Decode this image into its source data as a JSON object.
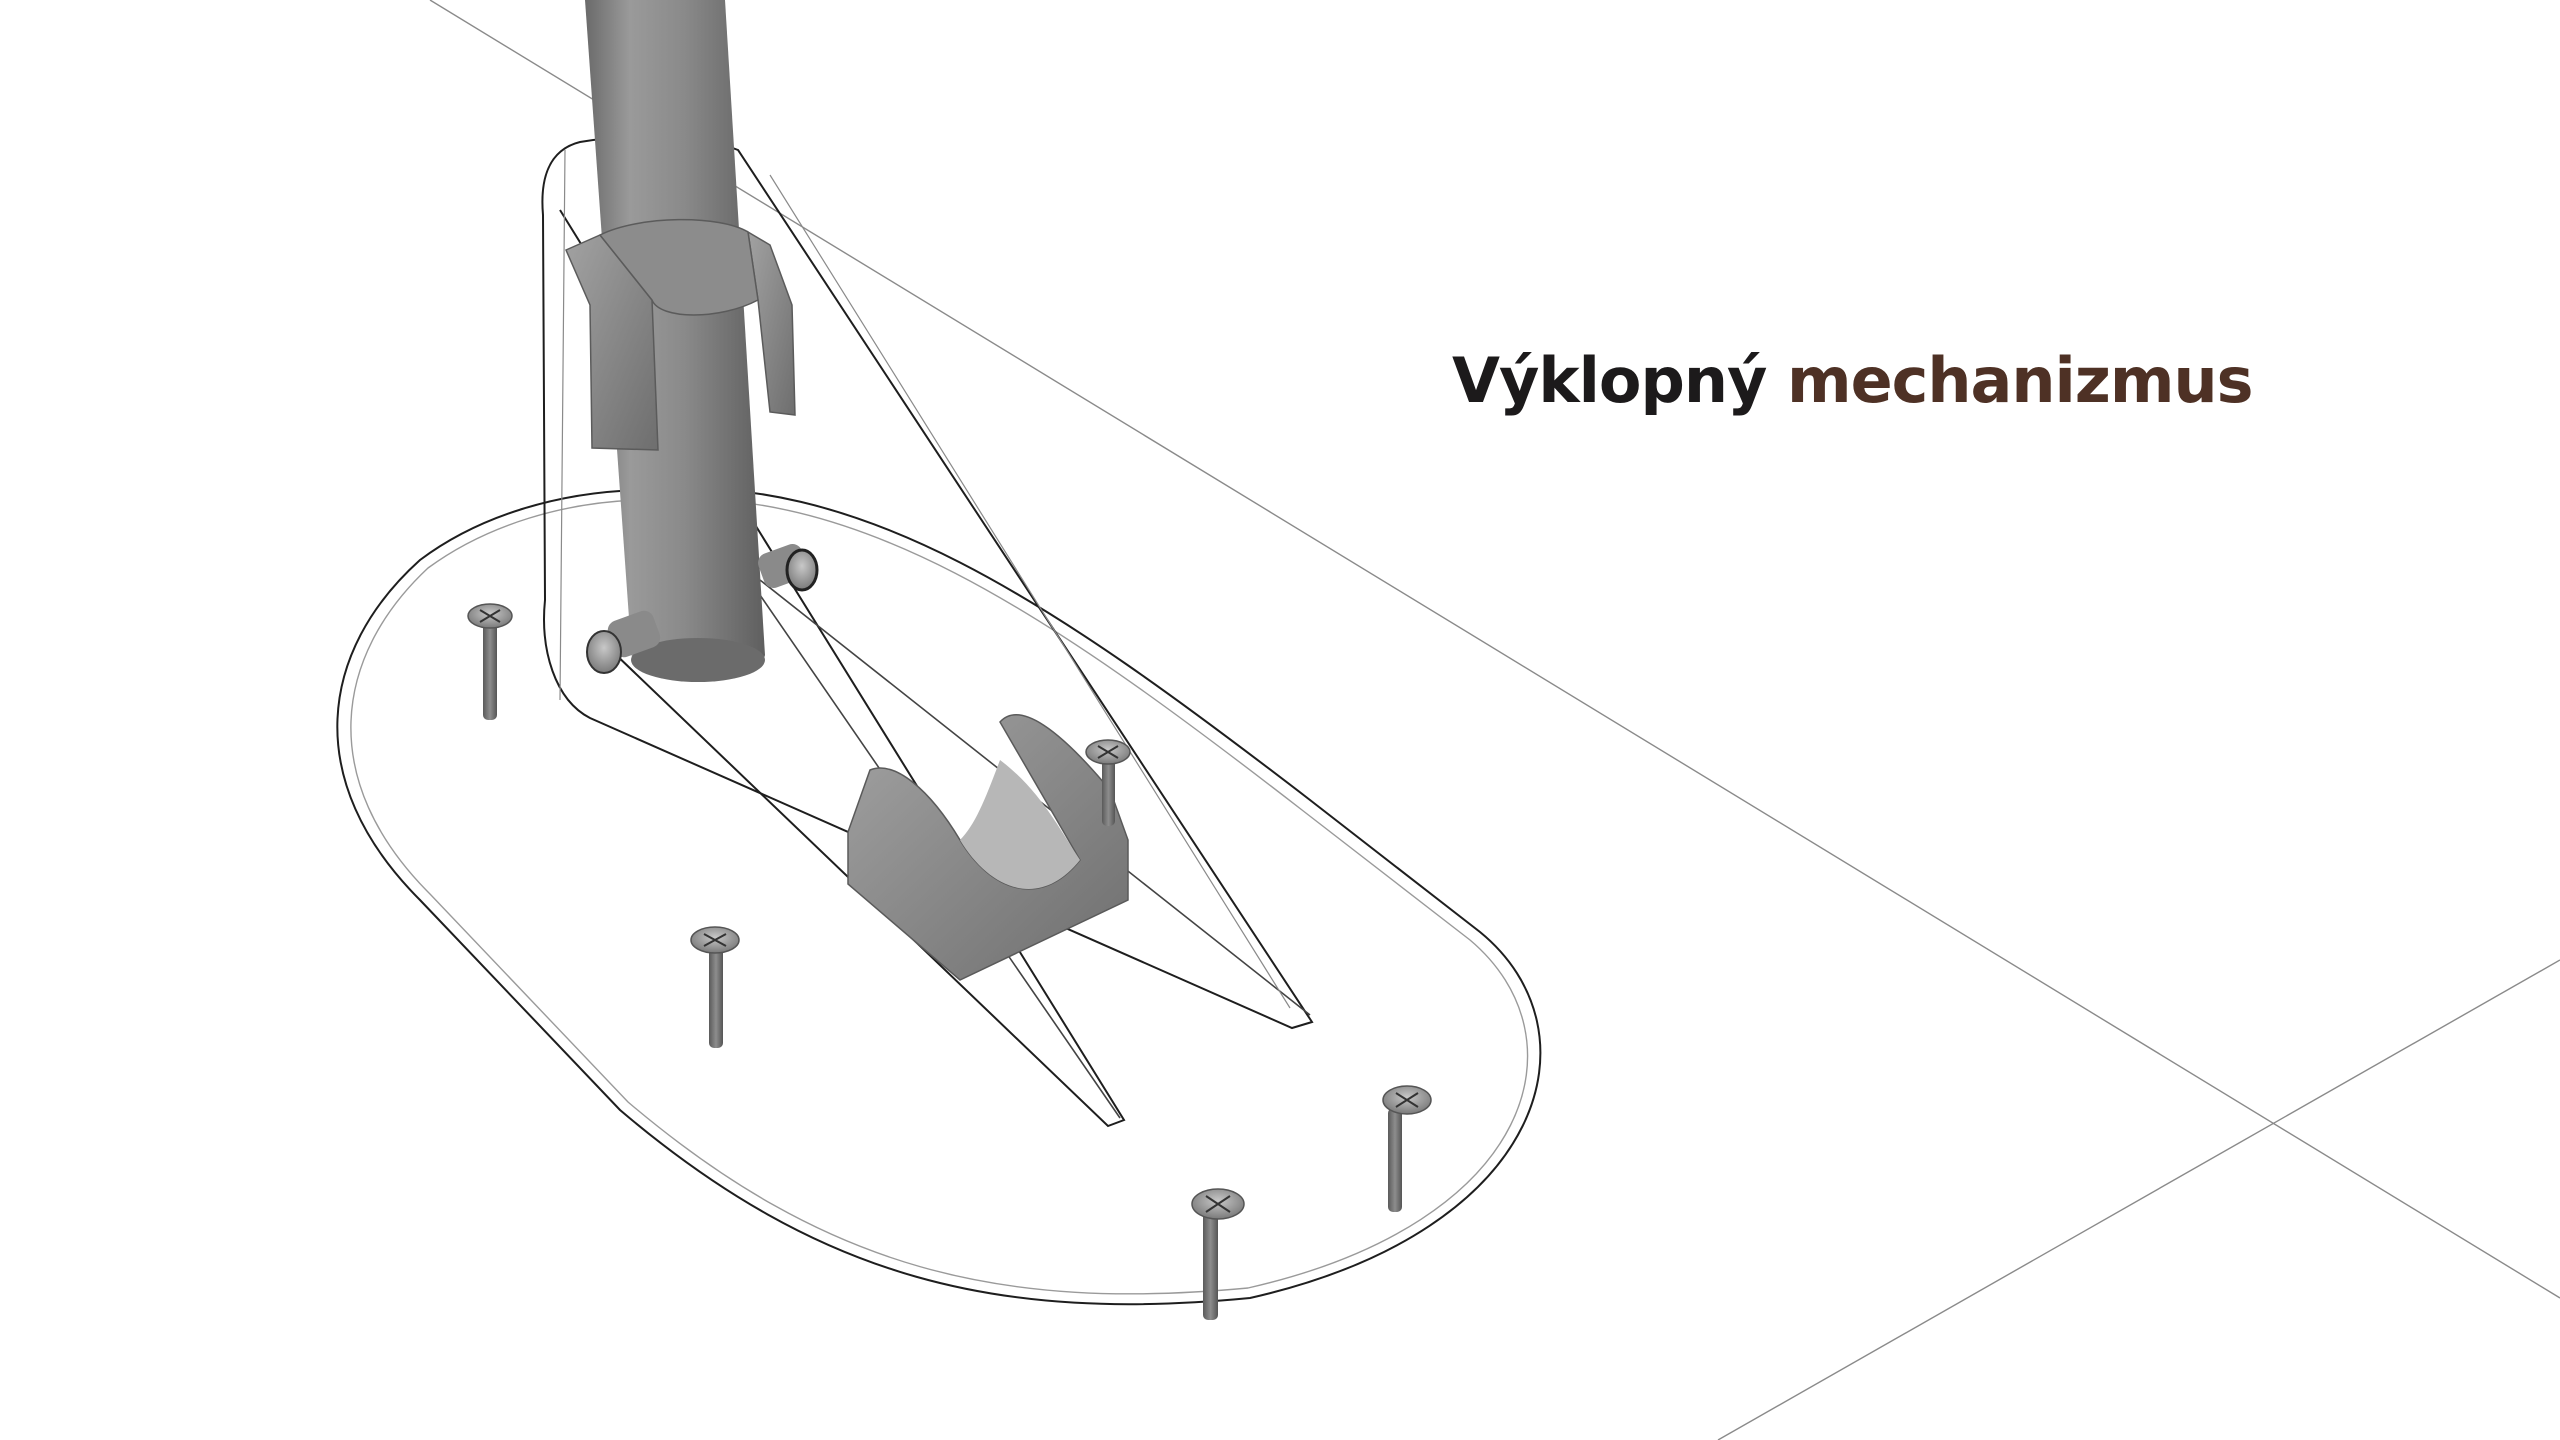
{
  "title": {
    "word1": "Výklopný",
    "word2": "mechanizmus"
  },
  "colors": {
    "background": "#ffffff",
    "title_word1": "#1c1a1b",
    "title_word2": "#4e3125",
    "metal": "#8a8a8a"
  },
  "illustration": {
    "parts": [
      "post-tube",
      "tube-clamp-bracket",
      "hinge-pins",
      "tube-rest-cradle",
      "transparent-base-plate",
      "tilting-frame",
      "countersunk-screws"
    ],
    "screw_count": 5,
    "hinge_pin_count": 2
  }
}
